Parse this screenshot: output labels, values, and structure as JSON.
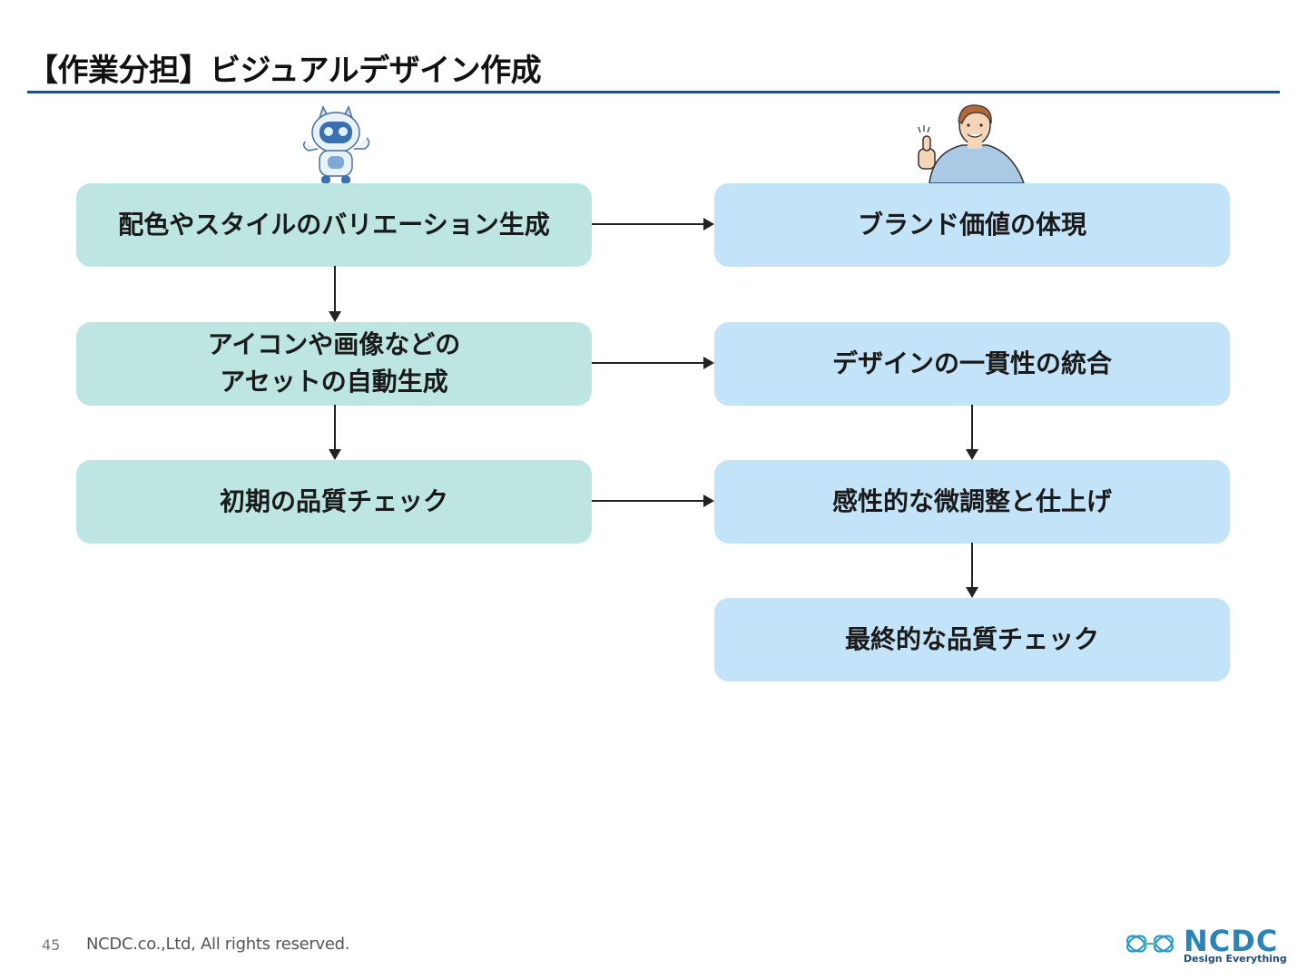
{
  "header": {
    "title": "【作業分担】ビジュアルデザイン作成"
  },
  "ai_column": {
    "icon": "robot-icon",
    "color": "#bde6e2",
    "steps": [
      "配色やスタイルのバリエーション生成",
      "アイコンや画像などの\nアセットの自動生成",
      "初期の品質チェック"
    ]
  },
  "human_column": {
    "icon": "person-thumbs-up-icon",
    "color": "#c3e3f8",
    "steps": [
      "ブランド価値の体現",
      "デザインの一貫性の統合",
      "感性的な微調整と仕上げ",
      "最終的な品質チェック"
    ]
  },
  "footer": {
    "page_number": "45",
    "copyright": "NCDC.co.,Ltd, All rights reserved.",
    "logo_text": "NCDC",
    "logo_tagline": "Design Everything"
  },
  "colors": {
    "title_rule": "#1f4e79",
    "logo": "#2a84b8"
  }
}
